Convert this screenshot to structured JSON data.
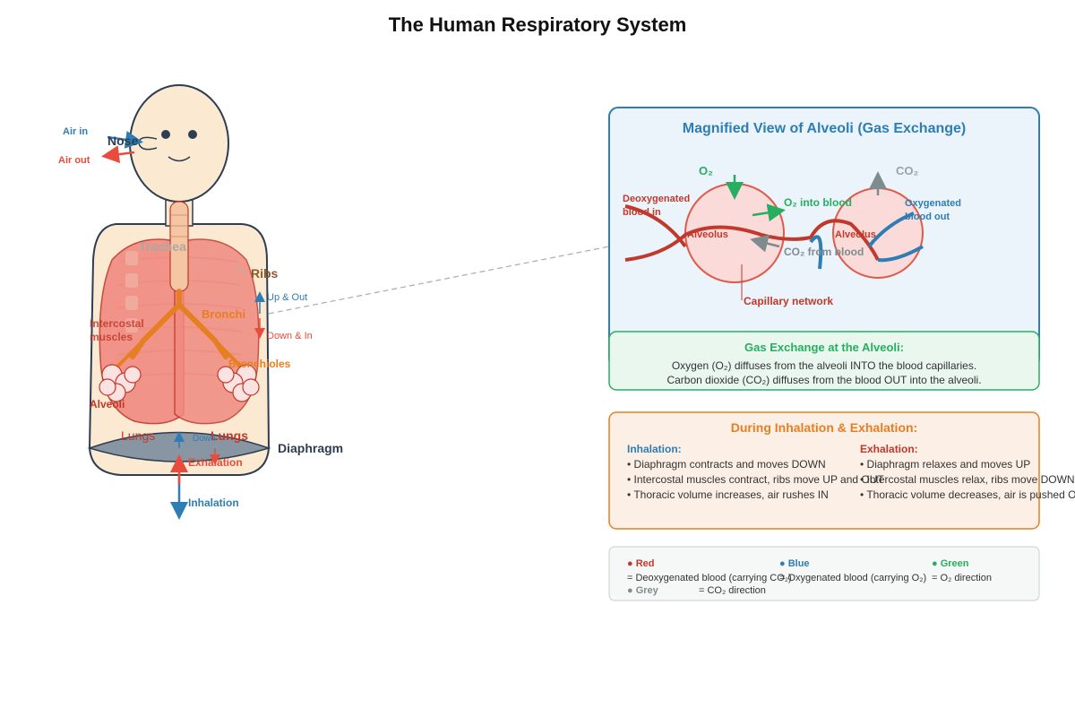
{
  "title": "The Human Respiratory System",
  "body_labels": {
    "air_in": "Air in",
    "air_out": "Air out",
    "nose": "Nose",
    "trachea": "Trachea",
    "ribs": "Ribs",
    "up_out": "Up & Out",
    "down_in": "Down & In",
    "bronchi": "Bronchi",
    "intercostal_1": "Intercostal",
    "intercostal_2": "muscles",
    "bronchioles": "Bronchioles",
    "alveoli": "Alveoli",
    "lungs_left": "Lungs",
    "lungs_right": "Lungs",
    "down": "Down",
    "exhalation": "Exhalation",
    "diaphragm": "Diaphragm",
    "inhalation": "Inhalation"
  },
  "magnified": {
    "heading": "Magnified View of Alveoli (Gas Exchange)",
    "o2": "O₂",
    "co2": "CO₂",
    "deoxy_1": "Deoxygenated",
    "deoxy_2": "blood in",
    "o2_into_blood": "O₂ into blood",
    "oxy_1": "Oxygenated",
    "oxy_2": "blood out",
    "alveolus_1": "Alveolus",
    "alveolus_2": "Alveolus",
    "co2_from_blood": "CO₂ from blood",
    "capillary": "Capillary network"
  },
  "gas_exchange": {
    "heading": "Gas Exchange at the Alveoli:",
    "line1": "Oxygen (O₂) diffuses from the alveoli INTO the blood capillaries.",
    "line2": "Carbon dioxide (CO₂) diffuses from the blood OUT into the alveoli."
  },
  "breathing": {
    "heading": "During Inhalation & Exhalation:",
    "inhalation_title": "Inhalation:",
    "inhalation_items": [
      "• Diaphragm contracts and moves DOWN",
      "• Intercostal muscles contract, ribs move UP and OUT",
      "• Thoracic volume increases, air rushes IN"
    ],
    "exhalation_title": "Exhalation:",
    "exhalation_items": [
      "• Diaphragm relaxes and moves UP",
      "• Intercostal muscles relax, ribs move DOWN and IN",
      "• Thoracic volume decreases, air is pushed OUT"
    ]
  },
  "legend": {
    "red": "● Red",
    "red_desc": "= Deoxygenated blood (carrying CO₂)",
    "blue": "● Blue",
    "blue_desc": "= Oxygenated blood (carrying O₂)",
    "green": "● Green",
    "green_desc": "= O₂ direction",
    "grey": "● Grey",
    "grey_desc": "= CO₂ direction"
  },
  "colors": {
    "deoxygenated": "#c0392b",
    "oxygenated": "#2e7db5",
    "o2": "#27ae60",
    "co2": "#7f8c8d",
    "orange": "#e67e22"
  }
}
